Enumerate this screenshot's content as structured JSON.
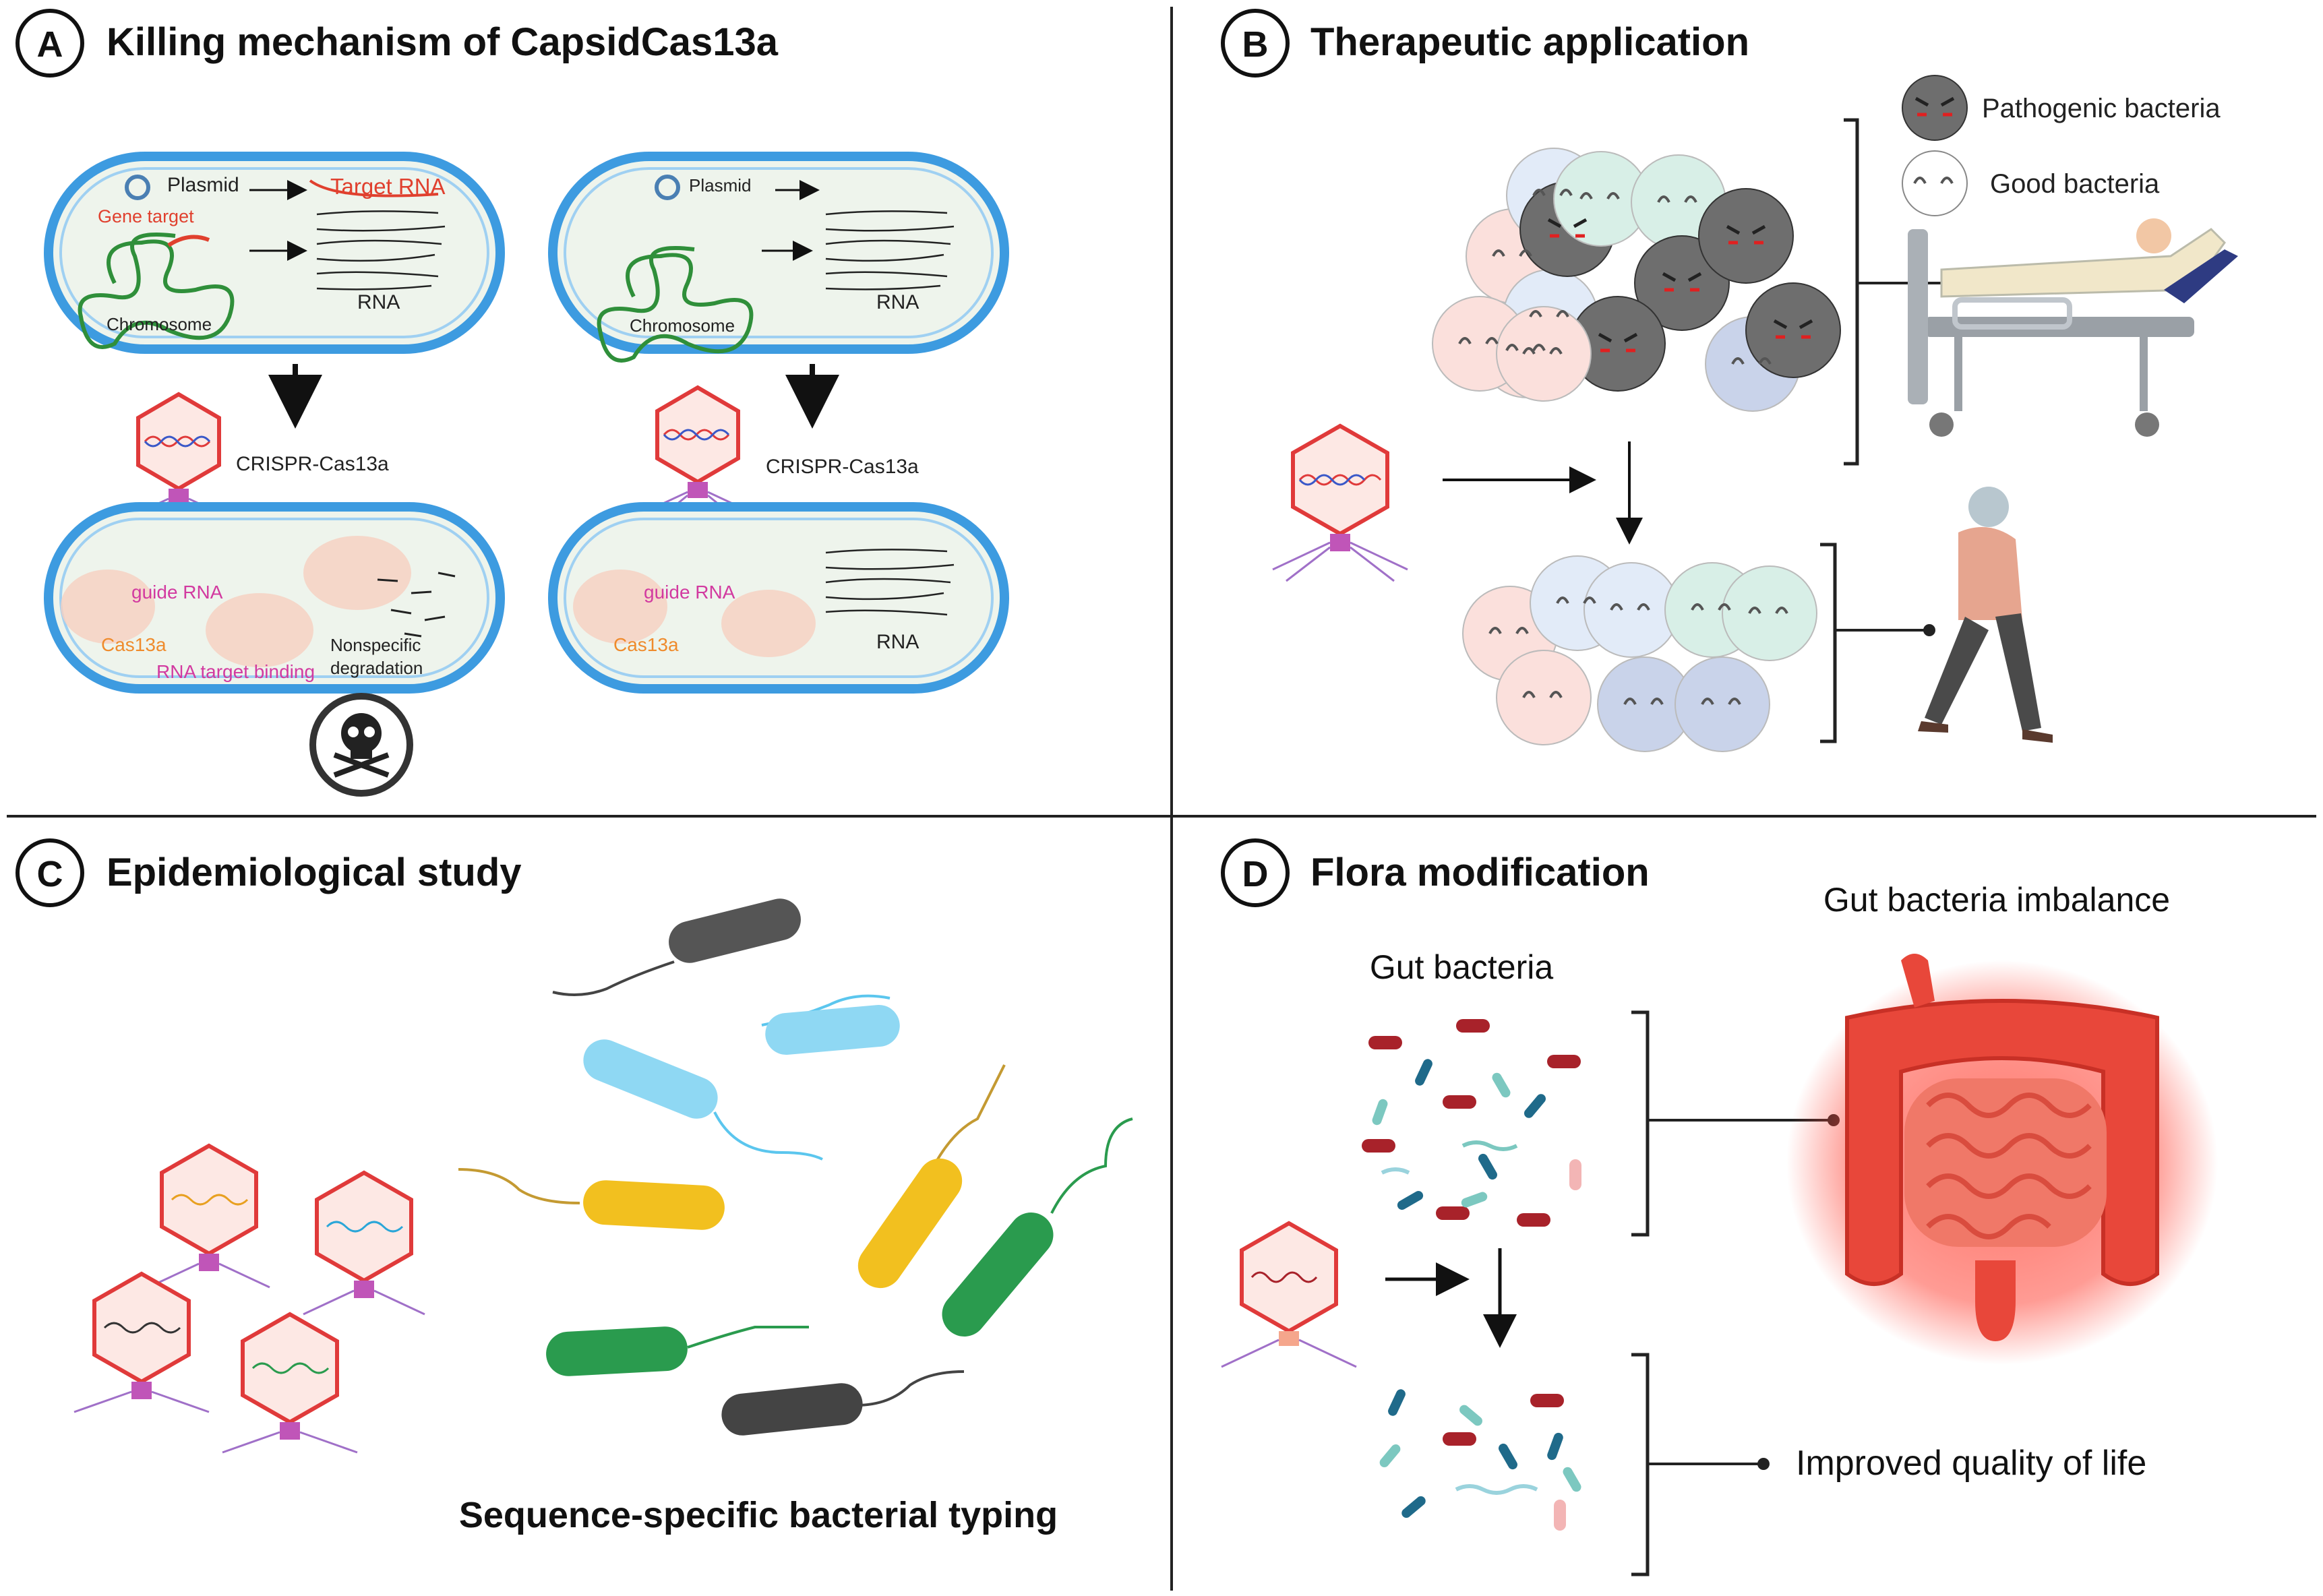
{
  "panels": {
    "a": {
      "badge": "A",
      "title": "Killing mechanism of CapsidCas13a"
    },
    "b": {
      "badge": "B",
      "title": "Therapeutic application"
    },
    "c": {
      "badge": "C",
      "title": "Epidemiological study"
    },
    "d": {
      "badge": "D",
      "title": "Flora modification"
    }
  },
  "panel_a": {
    "plasmid": "Plasmid",
    "target_rna": "Target RNA",
    "gene_target": "Gene target",
    "chromosome": "Chromosome",
    "rna": "RNA",
    "crispr": "CRISPR-Cas13a",
    "guide_rna": "guide RNA",
    "cas13a": "Cas13a",
    "rna_target_binding": "RNA target binding",
    "nonspecific": "Nonspecific",
    "degradation": "degradation"
  },
  "panel_b": {
    "legend_pathogenic": "Pathogenic bacteria",
    "legend_good": "Good bacteria"
  },
  "panel_c": {
    "caption": "Sequence-specific bacterial typing"
  },
  "panel_d": {
    "gut_bacteria": "Gut bacteria",
    "imbalance": "Gut bacteria imbalance",
    "improved": "Improved quality of life"
  },
  "colors": {
    "cell_outline": "#3d9be0",
    "cell_fill": "#eef4ec",
    "chromosome": "#2f8f3a",
    "capsid": "#e03a3a",
    "pathogenic": "#6e6e6e",
    "gut": "#e8473a"
  }
}
